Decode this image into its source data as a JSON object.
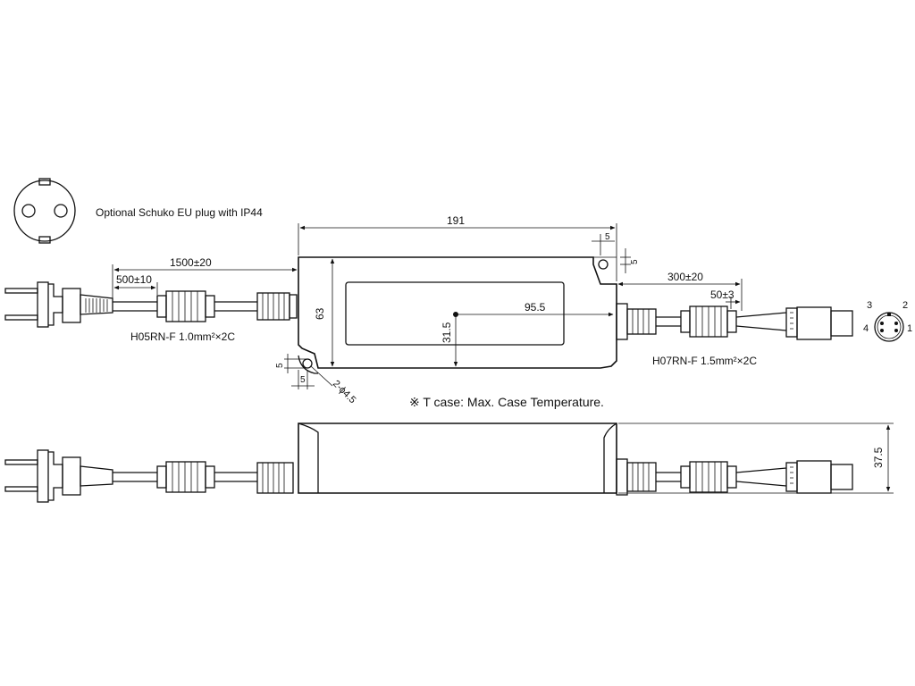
{
  "plug_note": "Optional Schuko EU plug with IP44",
  "dims": {
    "length": "191",
    "height": "63",
    "tab_w": "5",
    "tab_h": "5",
    "hole_x": "5",
    "hole_y": "5",
    "hole_spec": "2-ϕ4.5",
    "tcase_x": "95.5",
    "tcase_y": "31.5",
    "thickness": "37.5",
    "in_cable_len": "1500±20",
    "in_strip": "500±10",
    "out_cable_len": "300±20",
    "out_strip": "50±3"
  },
  "cables": {
    "input": "H05RN-F 1.0mm²×2C",
    "output": "H07RN-F 1.5mm²×2C"
  },
  "connector_pins": [
    "1",
    "2",
    "3",
    "4"
  ],
  "tcase_note": "※ T case: Max. Case Temperature."
}
